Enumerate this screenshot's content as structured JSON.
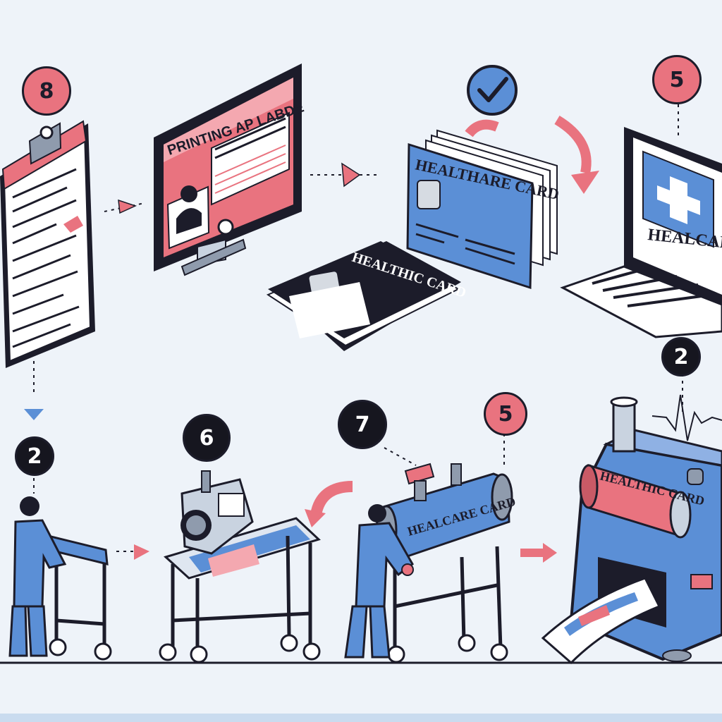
{
  "badges": {
    "b8": "8",
    "b5_top": "5",
    "b2_right": "2",
    "b2_left": "2",
    "b6": "6",
    "b7": "7",
    "b5_mid": "5"
  },
  "labels": {
    "monitor_banner": "PRINTING AP LABDE",
    "blue_card_title": "HEALTHARE CARD",
    "black_card_title": "HEALTHIC CARD",
    "laptop_caption": "HEALCARE",
    "roller_label": "HEALCARE CARD",
    "printer_roll_label": "HEALTHIC CARD"
  },
  "icons": [
    "clipboard-icon",
    "check-icon",
    "medical-cross-icon",
    "arrow-icon"
  ],
  "colors": {
    "accent_red": "#e9737f",
    "accent_blue": "#5b8fd6",
    "ink": "#1c1c2a",
    "background": "#eef3f9"
  }
}
